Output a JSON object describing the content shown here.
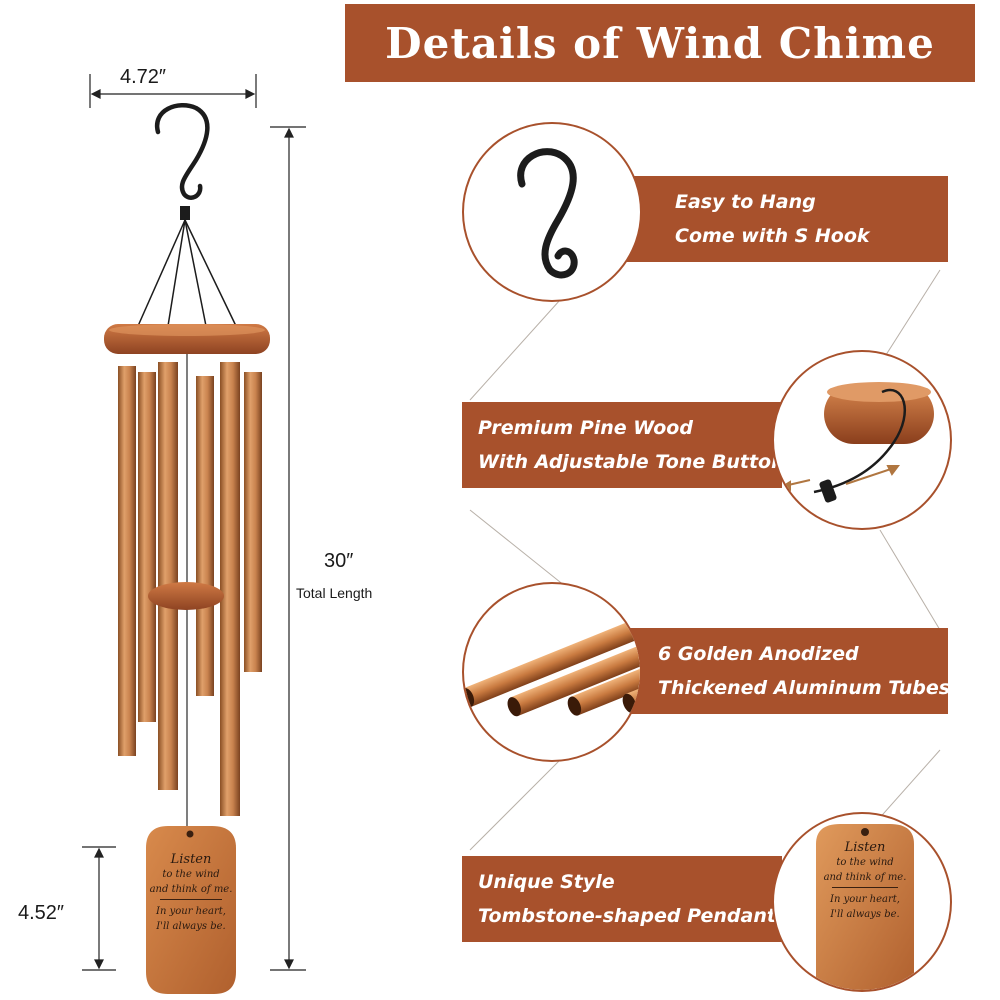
{
  "header": {
    "title": "Details of  Wind Chime"
  },
  "dimensions": {
    "width": "4.72″",
    "total_length": "30″",
    "total_length_label": "Total Length",
    "pendant_length": "4.52″"
  },
  "features": [
    {
      "line1": "Easy to Hang",
      "line2": "Come with S Hook",
      "icon": "s-hook"
    },
    {
      "line1": "Premium Pine Wood",
      "line2": "With Adjustable Tone Button",
      "icon": "tone-button"
    },
    {
      "line1": "6 Golden Anodized",
      "line2": "Thickened Aluminum Tubes",
      "icon": "aluminum-tubes"
    },
    {
      "line1": "Unique Style",
      "line2": "Tombstone-shaped Pendant",
      "icon": "pendant"
    }
  ],
  "pendant_text": {
    "script": "Listen",
    "line1": "to the wind",
    "line2": "and think of me.",
    "line3": "In your heart,",
    "line4": "I'll always be."
  },
  "colors": {
    "brand": "#a8512c",
    "tube": "#c8824e",
    "wood": "#b05a2e"
  }
}
